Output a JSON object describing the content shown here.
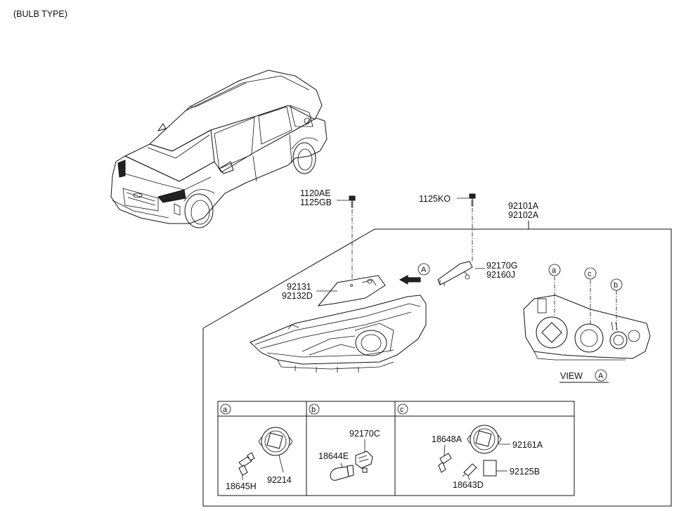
{
  "header": {
    "title": "(BULB TYPE)"
  },
  "callouts": {
    "a": "a",
    "b": "b",
    "c": "c",
    "A": "A"
  },
  "parts": {
    "p1120AE": "1120AE",
    "p1125GB": "1125GB",
    "p1125KO": "1125KO",
    "p92101A": "92101A",
    "p92102A": "92102A",
    "p92170G": "92170G",
    "p92160J": "92160J",
    "p92131": "92131",
    "p92132D": "92132D",
    "p18645H": "18645H",
    "p92214": "92214",
    "p92170C": "92170C",
    "p18644E": "18644E",
    "p18648A": "18648A",
    "p92161A": "92161A",
    "p18643D": "18643D",
    "p92125B": "92125B"
  },
  "view": {
    "label": "VIEW",
    "ref": "A"
  }
}
